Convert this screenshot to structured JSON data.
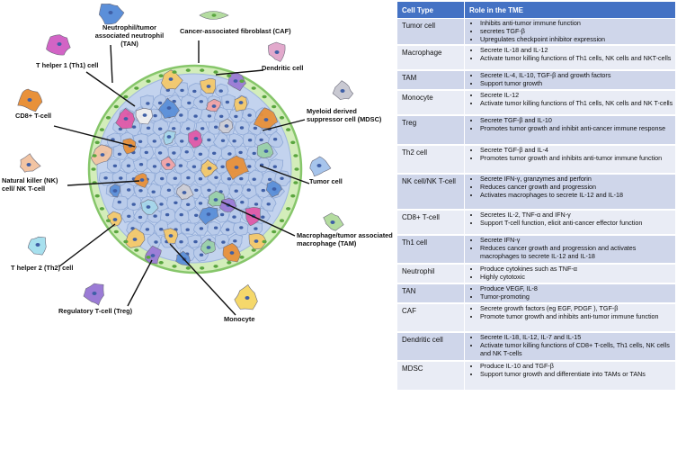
{
  "labels": {
    "neutrophil": "Neutrophil/tumor associated neutrophil (TAN)",
    "caf": "Cancer-associated fibroblast (CAF)",
    "th1": "T helper 1 (Th1) cell",
    "dendritic": "Dendritic cell",
    "cd8": "CD8+ T-cell",
    "mdsc": "Myeloid derived suppressor cell (MDSC)",
    "nk": "Natural killer (NK) cell/ NK T-cell",
    "tumor": "Tumor cell",
    "macrophage": "Macrophage/tumor associated macrophage (TAM)",
    "th2": "T helper 2 (Th2) cell",
    "treg": "Regulatory T-cell (Treg)",
    "monocyte": "Monocyte"
  },
  "colors": {
    "tme_background": "#c3d3ee",
    "stroma_ring": "#d3edba",
    "nucleus": "#3f5fa6",
    "table_header": "#4472c4",
    "table_row_dark": "#cfd6ea",
    "table_row_light": "#e9ecf5"
  },
  "table": {
    "headers": [
      "Cell Type",
      "Role in the TME"
    ],
    "rows": [
      {
        "cell": "Tumor cell",
        "roles": [
          "Inhibits anti-tumor immune function",
          "secretes TGF-β",
          "Upregulates checkpoint inhibitor expression"
        ]
      },
      {
        "cell": "Macrophage",
        "roles": [
          "Secrete IL-18 and IL-12",
          "Activate tumor killing functions of Th1 cells, NK cells and NKT-cells"
        ]
      },
      {
        "cell": "TAM",
        "roles": [
          "Secrete IL-4, IL-10, TGF-β and growth factors",
          "Support tumor growth"
        ]
      },
      {
        "cell": "Monocyte",
        "roles": [
          "Secrete IL-12",
          "Activate tumor killing functions of Th1 cells, NK cells and NK T-cells"
        ]
      },
      {
        "cell": "Treg",
        "roles": [
          "Secrete TGF-β and IL-10",
          "Promotes tumor growth and inhibit anti-cancer immune response"
        ]
      },
      {
        "cell": "Th2 cell",
        "roles": [
          "Secrete TGF-β and IL-4",
          "Promotes tumor growth and inhibits anti-tumor immune function"
        ]
      },
      {
        "cell": "NK cell/NK T-cell",
        "roles": [
          "Secrete IFN-γ, granzymes and perforin",
          "Reduces cancer growth and progression",
          "Activates macrophages to secrete IL-12 and IL-18"
        ]
      },
      {
        "cell": "CD8+ T-cell",
        "roles": [
          "Secretes IL-2, TNF-α and IFN-γ",
          "Support T-cell function, elicit anti-cancer effector function"
        ]
      },
      {
        "cell": "Th1 cell",
        "roles": [
          "Secrete IFN-γ",
          "Reduces cancer growth and progression and activates macrophages to secrete IL-12 and IL-18"
        ]
      },
      {
        "cell": "Neutrophil",
        "roles": [
          "Produce cytokines such as TNF-α",
          "Highly cytotoxic"
        ]
      },
      {
        "cell": "TAN",
        "roles": [
          "Produce VEGF, IL-8",
          "Tumor-promoting"
        ]
      },
      {
        "cell": "CAF",
        "roles": [
          "Secrete growth factors (eg EGF, PDGF ), TGF-β",
          "Promote tumor growth and inhibits anti-tumor immune function"
        ]
      },
      {
        "cell": "Dendritic cell",
        "roles": [
          "Secrete IL-18, IL-12, IL-7 and IL-15",
          " Activate tumor killing functions of CD8+ T-cells, Th1 cells, NK cells and NK T-cells"
        ]
      },
      {
        "cell": "MDSC",
        "roles": [
          "Produce IL-10 and TGF-β",
          "Support tumor growth and differentiate into TAMs or TANs"
        ]
      }
    ]
  }
}
